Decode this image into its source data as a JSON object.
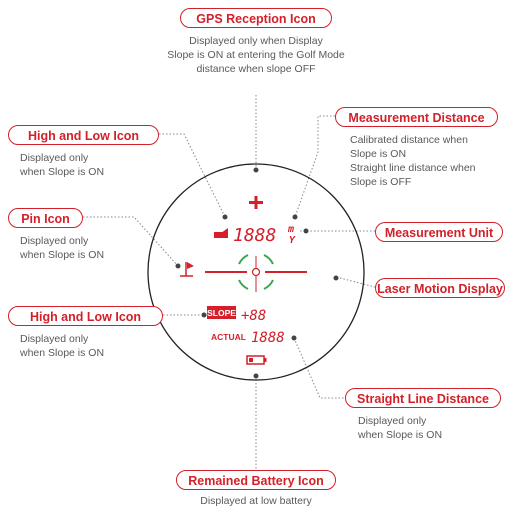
{
  "callouts": {
    "gps": {
      "label": "GPS Reception Icon",
      "lines": [
        "Displayed only when Display",
        "Slope is ON at entering the Golf Mode",
        "distance when slope OFF"
      ]
    },
    "measurement_distance": {
      "label": "Measurement Distance",
      "lines": [
        "Calibrated distance when",
        "Slope is ON",
        "Straight line distance when",
        "Slope is OFF"
      ]
    },
    "high_low_top": {
      "label": "High and Low Icon",
      "lines": [
        "Displayed only",
        "when Slope is ON"
      ]
    },
    "pin": {
      "label": "Pin Icon",
      "lines": [
        "Displayed only",
        "when Slope is ON"
      ]
    },
    "measurement_unit": {
      "label": "Measurement Unit",
      "lines": []
    },
    "laser_motion": {
      "label": "Laser Motion Display",
      "lines": []
    },
    "high_low_bottom": {
      "label": "High and Low Icon",
      "lines": [
        "Displayed only",
        "when Slope is ON"
      ]
    },
    "straight_line": {
      "label": "Straight Line Distance",
      "lines": [
        "Displayed only",
        "when Slope is ON"
      ]
    },
    "battery": {
      "label": "Remained Battery Icon",
      "lines": [
        "Displayed at low battery"
      ]
    }
  },
  "display": {
    "main_distance": "1888",
    "unit_top": "m",
    "unit_bottom": "Y",
    "slope_badge": "SLOPE",
    "slope_value": "+88",
    "actual_label": "ACTUAL",
    "actual_value": "1888"
  },
  "colors": {
    "accent": "#d3202a",
    "reticle": "#3aa64a",
    "text": "#5a5a5a"
  }
}
